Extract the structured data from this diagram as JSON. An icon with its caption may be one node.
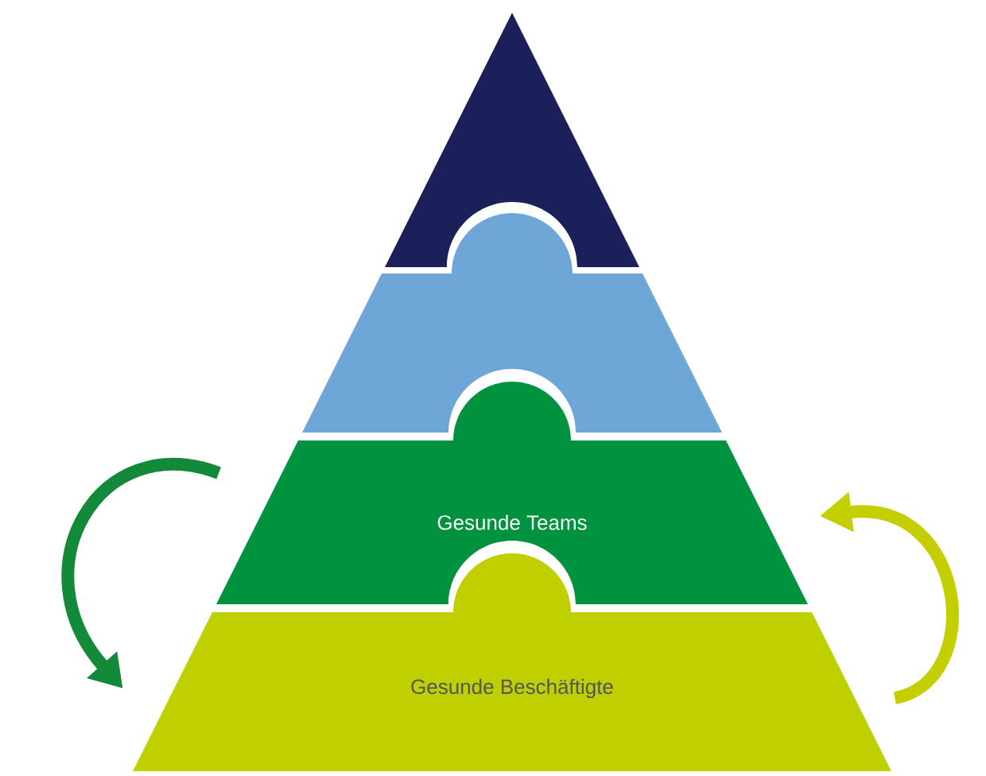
{
  "diagram": {
    "nodes": [
      {
        "text": [],
        "shape": "triangle"
      },
      {
        "text": [],
        "shape": "band"
      },
      {
        "text": [
          "Gesunde Teams"
        ]
      },
      {
        "text": [
          "Gesunde Beschäftigte"
        ]
      }
    ],
    "edges": [
      {
        "from": 2,
        "to": 3,
        "arrow": "to",
        "color": "#13893a"
      },
      {
        "from": 3,
        "to": 2,
        "arrow": "to",
        "color": "#c3cf00"
      }
    ]
  }
}
